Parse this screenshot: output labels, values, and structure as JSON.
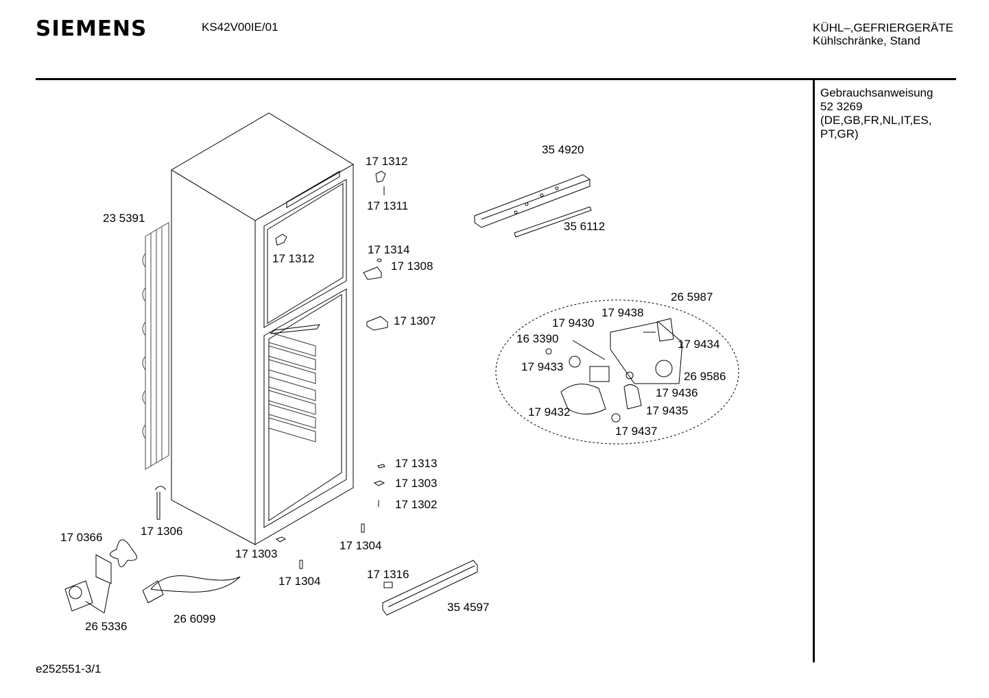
{
  "header": {
    "brand": "SIEMENS",
    "model": "KS42V00IE/01",
    "category_line1": "KÜHL–,GEFRIERGERÄTE",
    "category_line2": "Kühlschränke, Stand"
  },
  "sidebar": {
    "line1": "Gebrauchsanweisung",
    "line2": "52 3269",
    "line3": "(DE,GB,FR,NL,IT,ES,",
    "line4": "PT,GR)"
  },
  "footer": {
    "drawing_id": "e252551-3/1"
  },
  "part_labels": [
    "35 4920",
    "17 1312",
    "17 1311",
    "23 5391",
    "35 6112",
    "17 1314",
    "17 1312",
    "17 1308",
    "26 5987",
    "17 1307",
    "17 9438",
    "17 9430",
    "17 9434",
    "16 3390",
    "17 9433",
    "26 9586",
    "17 9436",
    "17 9432",
    "17 9435",
    "17 9437",
    "17 1313",
    "17 1303",
    "17 1302",
    "17 0366",
    "17 1306",
    "17 1304",
    "17 1303",
    "17 1316",
    "17 1304",
    "35 4597",
    "26 5336",
    "26 6099"
  ]
}
